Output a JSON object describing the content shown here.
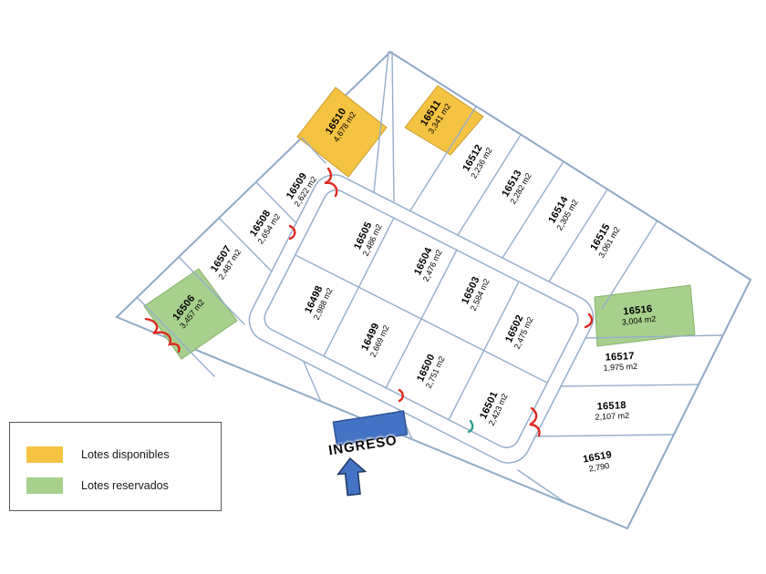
{
  "legend": {
    "items": [
      {
        "label": "Lotes disponibles",
        "status": "available",
        "color": "#F5C342"
      },
      {
        "label": "Lotes reservados",
        "status": "reserved",
        "color": "#A8D08D"
      }
    ]
  },
  "entrance": {
    "label": "INGRESO"
  },
  "colors": {
    "available": "#F5C342",
    "reserved": "#A8D08D",
    "boundary_line": "#96AECB",
    "road_fill": "#4472C4",
    "marker_red": "#E0281E",
    "marker_teal": "#2A9D8F"
  },
  "lots": [
    {
      "id": "16498",
      "area": "2,988 m2",
      "status": ""
    },
    {
      "id": "16499",
      "area": "2,669 m2",
      "status": ""
    },
    {
      "id": "16500",
      "area": "2,751 m2",
      "status": ""
    },
    {
      "id": "16501",
      "area": "2,423 m2",
      "status": ""
    },
    {
      "id": "16502",
      "area": "2,475 m2",
      "status": ""
    },
    {
      "id": "16503",
      "area": "2,584 m2",
      "status": ""
    },
    {
      "id": "16504",
      "area": "2,476 m2",
      "status": ""
    },
    {
      "id": "16505",
      "area": "2,486 m2",
      "status": ""
    },
    {
      "id": "16506",
      "area": "3,457 m2",
      "status": "reserved"
    },
    {
      "id": "16507",
      "area": "2,487 m2",
      "status": ""
    },
    {
      "id": "16508",
      "area": "2,654 m2",
      "status": ""
    },
    {
      "id": "16509",
      "area": "2,622 m2",
      "status": ""
    },
    {
      "id": "16510",
      "area": "4,678 m2",
      "status": "available"
    },
    {
      "id": "16511",
      "area": "3,341 m2",
      "status": "available"
    },
    {
      "id": "16512",
      "area": "2,236 m2",
      "status": ""
    },
    {
      "id": "16513",
      "area": "2,282 m2",
      "status": ""
    },
    {
      "id": "16514",
      "area": "2,305 m2",
      "status": ""
    },
    {
      "id": "16515",
      "area": "3,061 m2",
      "status": ""
    },
    {
      "id": "16516",
      "area": "3,004 m2",
      "status": "reserved"
    },
    {
      "id": "16517",
      "area": "1,975 m2",
      "status": ""
    },
    {
      "id": "16518",
      "area": "2,107 m2",
      "status": ""
    },
    {
      "id": "16519",
      "area": "2,790",
      "status": ""
    }
  ]
}
